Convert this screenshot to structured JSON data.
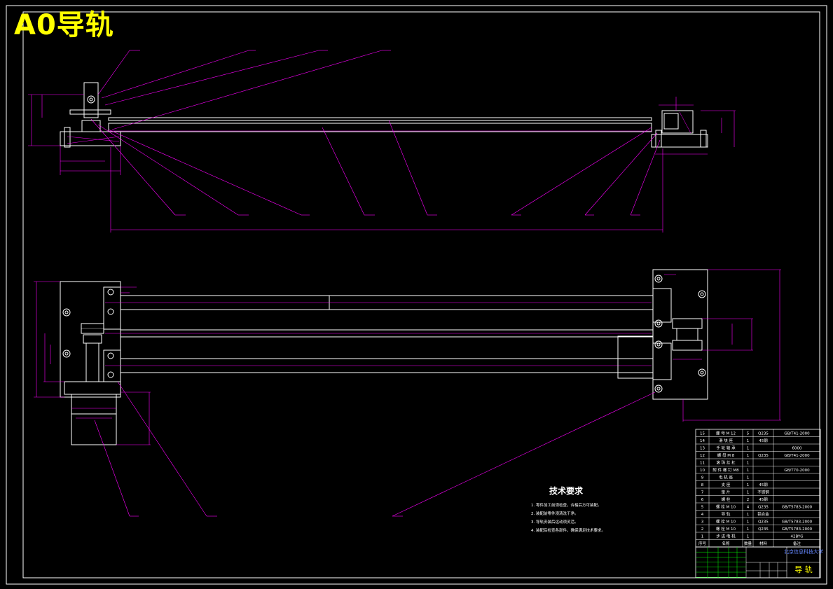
{
  "sheet_badge": "A0导轨",
  "tech_requirements": {
    "title": "技术要求",
    "notes": [
      "1. 零件加工前须检查，合格后方可装配。",
      "2. 装配前零件须清洗干净。",
      "3. 导轨安装后运动须灵活。",
      "4. 装配后检查各部件，确保满足技术要求。"
    ]
  },
  "title_block": {
    "school": "北京信息科技大学",
    "drawing_name": "导 轨"
  },
  "bom_header": [
    "序号",
    "名称",
    "数量",
    "材料",
    "备注"
  ],
  "bom_rows": [
    [
      "15",
      "螺 母 M 12",
      "5",
      "Q235",
      "GB/T41-2000"
    ],
    [
      "14",
      "滑 块 座",
      "1",
      "45钢",
      ""
    ],
    [
      "13",
      "手 轮 轴 承",
      "1",
      "",
      "6000"
    ],
    [
      "12",
      "螺 母 M 8",
      "1",
      "Q235",
      "GB/T41-2000"
    ],
    [
      "11",
      "滚 珠 丝 杠",
      "1",
      "",
      ""
    ],
    [
      "10",
      "附 件 螺 钉 M8",
      "1",
      "",
      "GB/T70-2000"
    ],
    [
      "9",
      "电 机 座",
      "1",
      "",
      ""
    ],
    [
      "8",
      "支 座",
      "1",
      "45钢",
      ""
    ],
    [
      "7",
      "垫 片",
      "1",
      "不锈钢",
      ""
    ],
    [
      "6",
      "螺 栓",
      "2",
      "45钢",
      ""
    ],
    [
      "5",
      "螺 栓 M 10",
      "4",
      "Q235",
      "GB/T5783-2000"
    ],
    [
      "4",
      "导 轨",
      "1",
      "铝合金",
      ""
    ],
    [
      "3",
      "螺 栓 M 10",
      "1",
      "Q235",
      "GB/T5783-2000"
    ],
    [
      "2",
      "螺 栓 M 10",
      "1",
      "Q235",
      "GB/T5783-2000"
    ],
    [
      "1",
      "步 进 电 机",
      "1",
      "",
      "42BYG"
    ]
  ]
}
